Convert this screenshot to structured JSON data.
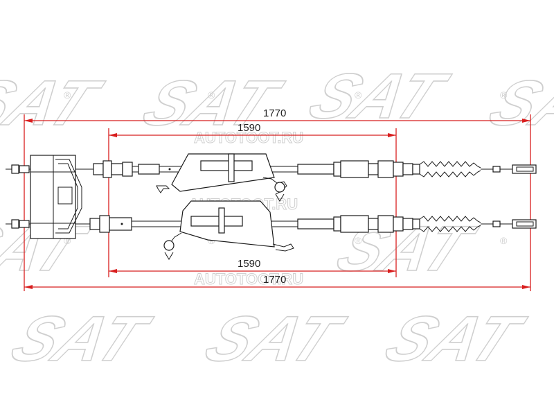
{
  "watermark": {
    "logo_text": "SAT",
    "registered_mark": "®",
    "site_text": "AUTOTOOT.RU",
    "color": "#c8c8c8"
  },
  "dimensions": {
    "top_overall": "1770",
    "top_inner": "1590",
    "bottom_inner": "1590",
    "bottom_overall": "1770"
  },
  "colors": {
    "dimension_line": "#d81e1e",
    "drawing_line": "#1a1a1a",
    "background": "#ffffff"
  }
}
